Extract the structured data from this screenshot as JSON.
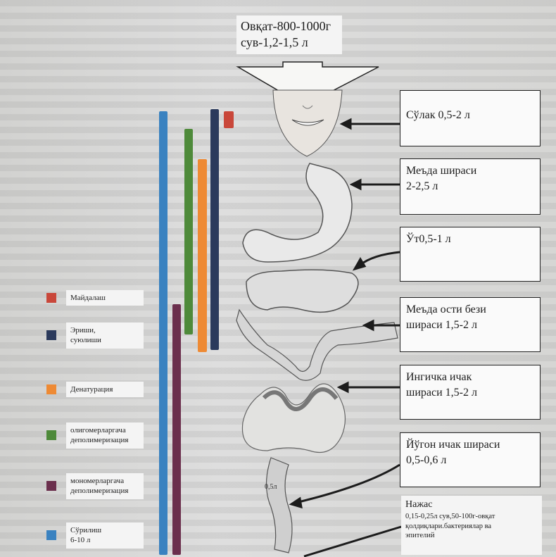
{
  "intake": {
    "line1": "Овқат-800-1000г",
    "line2": "сув-1,2-1,5 л"
  },
  "organs": {
    "saliva": {
      "line1": "Сўлак 0,5-2 л"
    },
    "stomach": {
      "line1": "Меъда шираси",
      "line2": "2-2,5 л"
    },
    "bile": {
      "line1": "Ўт0,5-1 л"
    },
    "pancreas": {
      "line1": "Меъда ости бези",
      "line2": "шираси 1,5-2 л"
    },
    "small_intestine": {
      "line1": "Ингичка ичак",
      "line2": "шираси 1,5-2 л"
    },
    "large_intestine": {
      "line1": "Йўгон ичак шираси",
      "line2": "0,5-0,6 л"
    },
    "feces": {
      "line1": "Нажас",
      "line2": "0,15-0,25л сув,50-100г-овқат",
      "line3": "қолдиқлари.бактериялар ва",
      "line4": "эпителий"
    }
  },
  "legend": [
    {
      "color": "#c9473a",
      "line1": "Майдалаш",
      "line2": ""
    },
    {
      "color": "#2b3a5c",
      "line1": "Эриши,",
      "line2": "суюлиши"
    },
    {
      "color": "#ee8a34",
      "line1": "Денатурация",
      "line2": ""
    },
    {
      "color": "#4e8a3a",
      "line1": "олигомерларгача",
      "line2": "деполимеризация"
    },
    {
      "color": "#6b2f4d",
      "line1": "мономерларгача",
      "line2": "деполимеризация"
    },
    {
      "color": "#3a82c0",
      "line1": "Сўрилиш",
      "line2": "6-10 л"
    }
  ],
  "intestine_mark": "0,5л"
}
